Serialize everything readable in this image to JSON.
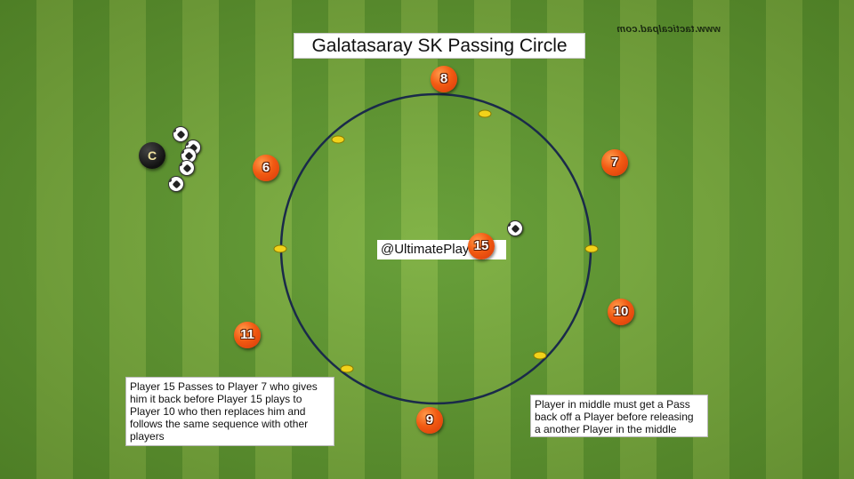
{
  "title": "Galatasaray SK Passing Circle",
  "watermark": "www.tacticalpad.com",
  "handle": "@UltimatePlay  p",
  "coach": {
    "label": "C"
  },
  "players": [
    {
      "number": "8"
    },
    {
      "number": "7"
    },
    {
      "number": "6"
    },
    {
      "number": "15"
    },
    {
      "number": "10"
    },
    {
      "number": "11"
    },
    {
      "number": "9"
    }
  ],
  "notes": {
    "left": [
      "Player 15 Passes to Player 7 who gives",
      "him it back before Player 15 plays to",
      "Player 10 who then replaces him and",
      "follows the same sequence with other",
      "players"
    ],
    "right": [
      "Player in middle must get a Pass",
      "back off a Player before releasing",
      "a another Player in the middle"
    ]
  },
  "colors": {
    "pitch_dark": "#5f9a2e",
    "pitch_light": "#7aae3c",
    "circle_line": "#1a2a4a",
    "cone": "#f2d21a",
    "player": "#f25a12",
    "coach": "#111111"
  }
}
